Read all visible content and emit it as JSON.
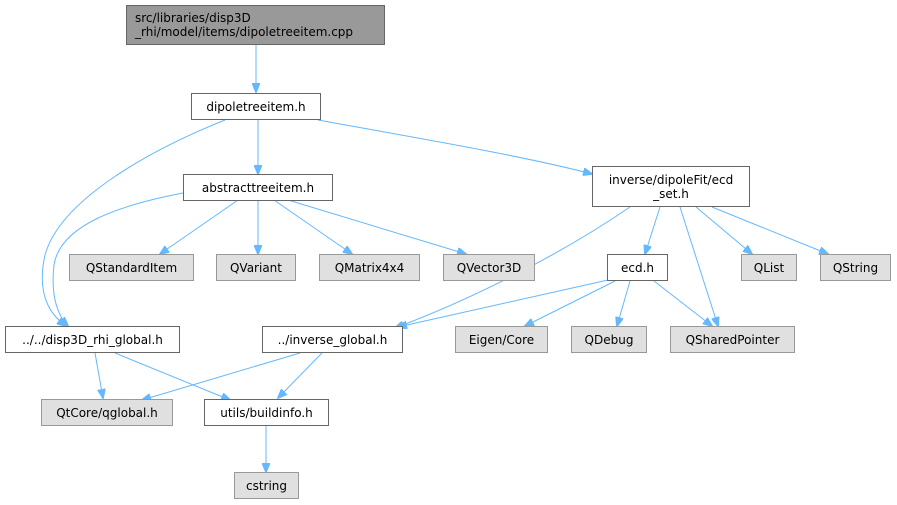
{
  "colors": {
    "edge": "#63b8ff",
    "root_fill": "#999999",
    "local_fill": "#ffffff",
    "external_fill": "#e0e0e0",
    "border": "#666666"
  },
  "nodes": {
    "root": "src/libraries/disp3D\n_rhi/model/items/dipoletreeitem.cpp",
    "dipoletreeitem_h": "dipoletreeitem.h",
    "abstracttreeitem_h": "abstracttreeitem.h",
    "ecd_set_h": "inverse/dipoleFit/ecd\n_set.h",
    "qstandarditem": "QStandardItem",
    "qvariant": "QVariant",
    "qmatrix4x4": "QMatrix4x4",
    "qvector3d": "QVector3D",
    "ecd_h": "ecd.h",
    "qlist": "QList",
    "qstring": "QString",
    "disp3d_rhi_global_h": "../../disp3D_rhi_global.h",
    "inverse_global_h": "../inverse_global.h",
    "eigen_core": "Eigen/Core",
    "qdebug": "QDebug",
    "qsharedpointer": "QSharedPointer",
    "qtcore_qglobal_h": "QtCore/qglobal.h",
    "utils_buildinfo_h": "utils/buildinfo.h",
    "cstring": "cstring"
  }
}
